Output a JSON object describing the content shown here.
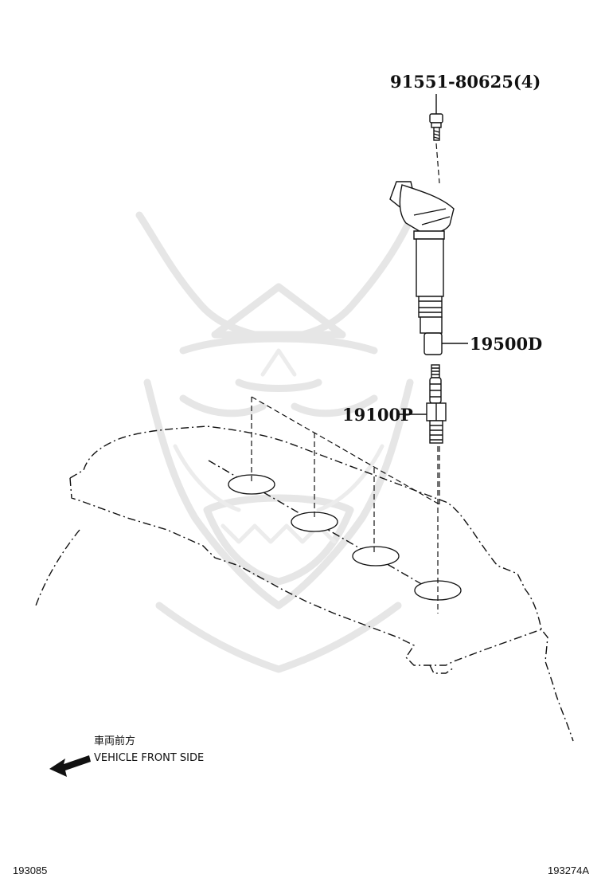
{
  "diagram": {
    "parts": {
      "bolt": "91551-80625(4)",
      "ignition_coil": "19500D",
      "spark_plug": "19100P"
    },
    "direction_note": {
      "japanese": "車両前方",
      "english": "VEHICLE FRONT SIDE"
    },
    "footer": {
      "left_code": "193085",
      "right_code": "193274A"
    },
    "watermark_icon": "samurai-mask-icon",
    "arrow_icon": "arrow-left-icon"
  }
}
